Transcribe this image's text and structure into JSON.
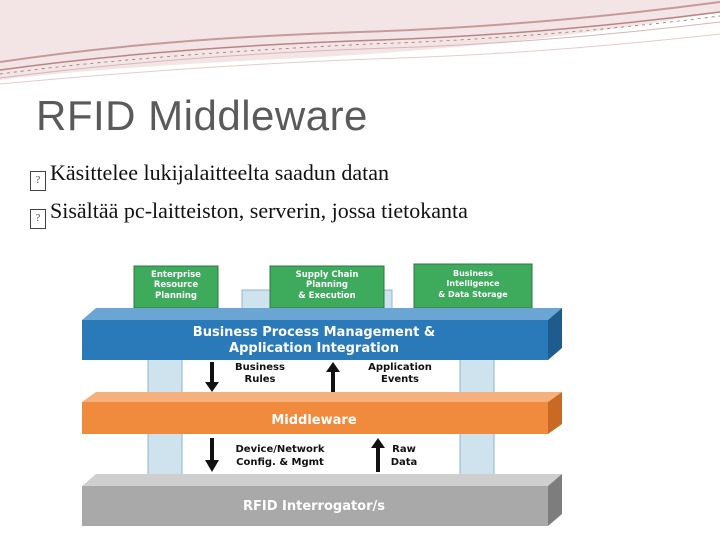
{
  "slide": {
    "title": "RFID Middleware",
    "bullets": [
      "Käsittelee lukijalaitteelta saadun datan",
      "Sisältää pc-laitteiston, serverin, jossa tietokanta"
    ]
  },
  "diagram": {
    "top_boxes": [
      {
        "lines": [
          "Enterprise",
          "Resource",
          "Planning"
        ]
      },
      {
        "lines": [
          "Supply Chain",
          "Planning",
          "& Execution"
        ]
      },
      {
        "lines": [
          "Business",
          "Intelligence",
          "& Data Storage"
        ]
      }
    ],
    "bpm_layer": {
      "lines": [
        "Business Process Management &",
        "Application Integration"
      ]
    },
    "middleware_layer": {
      "label": "Middleware"
    },
    "interrogator_layer": {
      "label": "RFID Interrogator/s"
    },
    "upper_arrows": {
      "down_label": [
        "Business",
        "Rules"
      ],
      "up_label": [
        "Application",
        "Events"
      ]
    },
    "lower_arrows": {
      "down_label": [
        "Device/Network",
        "Config. & Mgmt"
      ],
      "up_label": [
        "Raw",
        "Data"
      ]
    },
    "colors": {
      "green": "#3daa5c",
      "blue": "#2a79b8",
      "orange": "#f08a3c",
      "gray": "#a9a9a9",
      "pillar": "#cfe3ef"
    }
  }
}
